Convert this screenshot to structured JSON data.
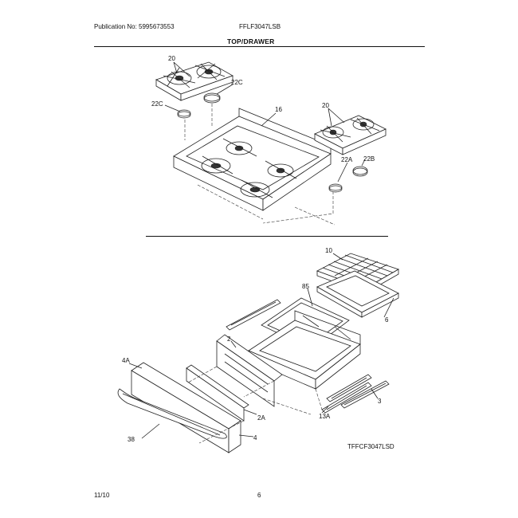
{
  "header": {
    "publication": "Publication No: 5995673553",
    "model": "FFLF3047LSB",
    "section": "TOP/DRAWER"
  },
  "footer": {
    "date": "11/10",
    "page": "6"
  },
  "diagram_code": "TFFCF3047LSD",
  "top_labels": {
    "grate_left": "20",
    "cap_22c_right": "22C",
    "cap_22c_left": "22C",
    "cooktop": "16",
    "grate_right": "20",
    "cap_22a": "22A",
    "cap_22b": "22B"
  },
  "bottom_labels": {
    "broiler_rack": "10",
    "liner": "85",
    "broiler_pan": "6",
    "drawer_back": "2",
    "drawer_front": "4A",
    "handle": "38",
    "panel_2a": "2A",
    "panel_4": "4",
    "rail_3": "3",
    "rail_13a": "13A"
  }
}
